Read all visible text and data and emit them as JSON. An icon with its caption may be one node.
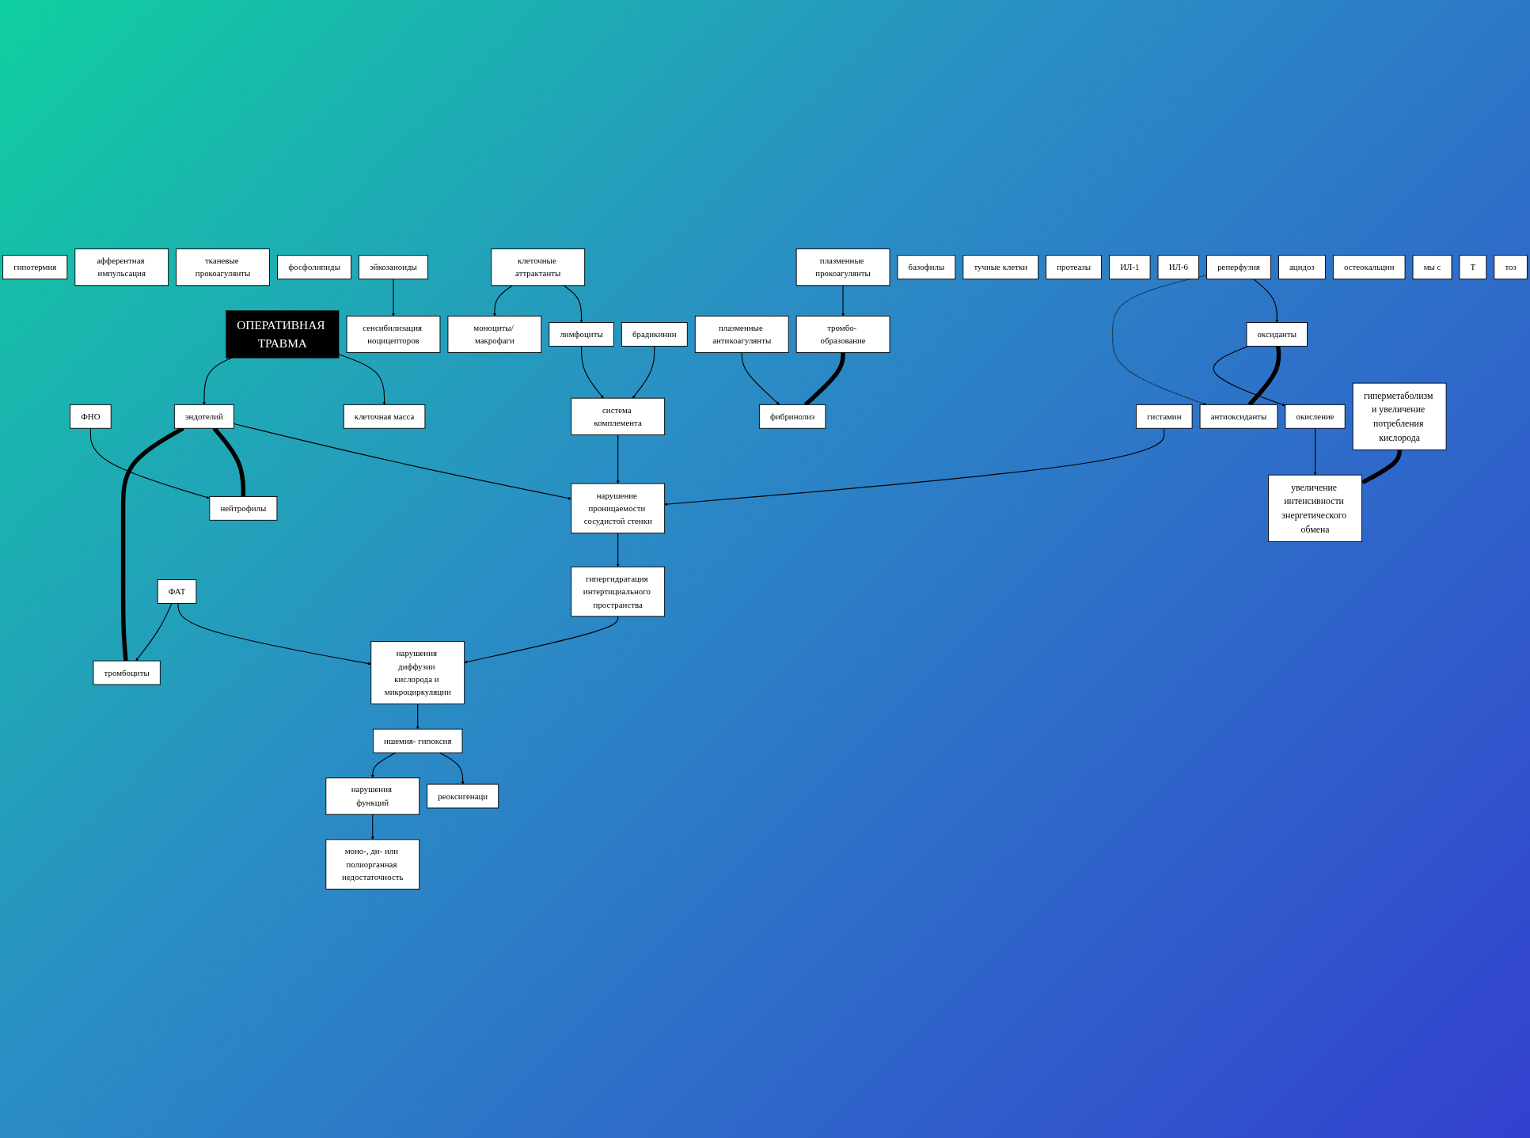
{
  "diagram": {
    "nodes": [
      {
        "text": [
          "ОПЕРАТИВНАЯ ТРАВМА"
        ]
      },
      {
        "text": [
          "гипотермия"
        ]
      },
      {
        "text": [
          "афферентная импульсация"
        ]
      },
      {
        "text": [
          "клеточная масса"
        ]
      },
      {
        "text": [
          "тканевые прокоагулянты"
        ]
      },
      {
        "text": [
          "фосфолипиды"
        ]
      },
      {
        "text": [
          "эндотелий"
        ]
      },
      {
        "text": [
          "клеточные аттрактанты"
        ]
      },
      {
        "text": [
          "эйкозаноиды"
        ]
      },
      {
        "text": [
          "сенсибилизация ноцицепторов"
        ]
      },
      {
        "text": [
          "лимфоциты"
        ]
      },
      {
        "text": [
          "моноциты/ макрофаги"
        ]
      },
      {
        "text": [
          "система комплемента"
        ]
      },
      {
        "text": [
          "брадикинин"
        ]
      },
      {
        "text": [
          "нарушение проницаемости сосудистой стенки"
        ]
      },
      {
        "text": [
          "гипергидратация интертициального пространства"
        ]
      },
      {
        "text": [
          "нарушения диффузии кислорода и микроциркуляции"
        ]
      },
      {
        "text": [
          "плазменные прокоагулянты"
        ]
      },
      {
        "text": [
          "плазменные антикоагулянты"
        ]
      },
      {
        "text": [
          "тромбо- образование"
        ]
      },
      {
        "text": [
          "фибринолиз"
        ]
      },
      {
        "text": [
          "базофилы"
        ]
      },
      {
        "text": [
          "тучные клетки"
        ]
      },
      {
        "text": [
          "гистамин"
        ]
      },
      {
        "text": [
          "ФАТ"
        ]
      },
      {
        "text": [
          "тромбоциты"
        ]
      },
      {
        "text": [
          "протеазы"
        ]
      },
      {
        "text": [
          "ИЛ-1"
        ]
      },
      {
        "text": [
          "нейтрофилы"
        ]
      },
      {
        "text": [
          "ИЛ-6"
        ]
      },
      {
        "text": [
          "ФНО"
        ]
      },
      {
        "text": [
          "ишемия- гипоксия"
        ]
      },
      {
        "text": [
          "реоксигенаци"
        ]
      },
      {
        "text": [
          "реперфузия"
        ]
      },
      {
        "text": [
          "окисление"
        ]
      },
      {
        "text": [
          "оксиданты"
        ]
      },
      {
        "text": [
          "антиоксиданты"
        ]
      },
      {
        "text": [
          "ацидоз"
        ]
      },
      {
        "text": [
          "нарушения функций"
        ]
      },
      {
        "text": [
          "моно-, ди- или полиорганная недостаточность"
        ]
      },
      {
        "text": [
          "остеокальцин"
        ]
      },
      {
        "text": [
          "гиперметаболизм и увеличение потребления кислорода"
        ]
      },
      {
        "text": [
          "увеличение интенсивности энергетического обмена"
        ]
      },
      {
        "text": [
          "мы с"
        ]
      },
      {
        "text": [
          "Т"
        ]
      },
      {
        "text": [
          "тоз"
        ]
      }
    ],
    "edges": [
      {
        "from": 0,
        "to": 3,
        "arrow": "to"
      },
      {
        "from": 0,
        "to": 6,
        "arrow": "to"
      },
      {
        "from": 6,
        "to": 14,
        "arrow": "to"
      },
      {
        "from": 14,
        "to": 15,
        "arrow": "to"
      },
      {
        "from": 15,
        "to": 16,
        "arrow": "to"
      },
      {
        "from": 16,
        "to": 31,
        "arrow": "to"
      },
      {
        "from": 31,
        "to": 32,
        "arrow": "to"
      },
      {
        "from": 33,
        "to": 35,
        "arrow": "to"
      },
      {
        "from": 33,
        "to": 36,
        "arrow": "to",
        "style": "dashed"
      },
      {
        "from": 8,
        "to": 9,
        "arrow": "to"
      },
      {
        "from": 7,
        "to": 10,
        "arrow": "to"
      },
      {
        "from": 7,
        "to": 11,
        "arrow": "to"
      },
      {
        "from": 10,
        "to": 12,
        "arrow": "to"
      },
      {
        "from": 17,
        "to": 19,
        "arrow": "to"
      },
      {
        "from": 18,
        "to": 20,
        "arrow": "to"
      },
      {
        "from": 19,
        "to": 20,
        "arrow": "none",
        "style": "thick"
      },
      {
        "from": 35,
        "to": 36,
        "arrow": "none",
        "style": "thick"
      },
      {
        "from": 35,
        "to": 34,
        "arrow": "to"
      },
      {
        "from": 34,
        "to": 42,
        "arrow": "to"
      },
      {
        "from": 38,
        "to": 39,
        "arrow": "to"
      },
      {
        "from": 41,
        "to": 42,
        "arrow": "to",
        "style": "thick"
      },
      {
        "from": 6,
        "to": 28,
        "arrow": "none",
        "style": "thick"
      },
      {
        "from": 6,
        "to": 25,
        "arrow": "none",
        "style": "thick"
      },
      {
        "from": 23,
        "to": 14,
        "arrow": "to"
      },
      {
        "from": 24,
        "to": 16,
        "arrow": "to"
      },
      {
        "from": 24,
        "to": 25,
        "arrow": "to"
      },
      {
        "from": 30,
        "to": 28,
        "arrow": "to"
      },
      {
        "from": 13,
        "to": 12,
        "arrow": "to"
      },
      {
        "from": 12,
        "to": 14,
        "arrow": "to"
      },
      {
        "from": 31,
        "to": 38,
        "arrow": "to"
      }
    ]
  }
}
